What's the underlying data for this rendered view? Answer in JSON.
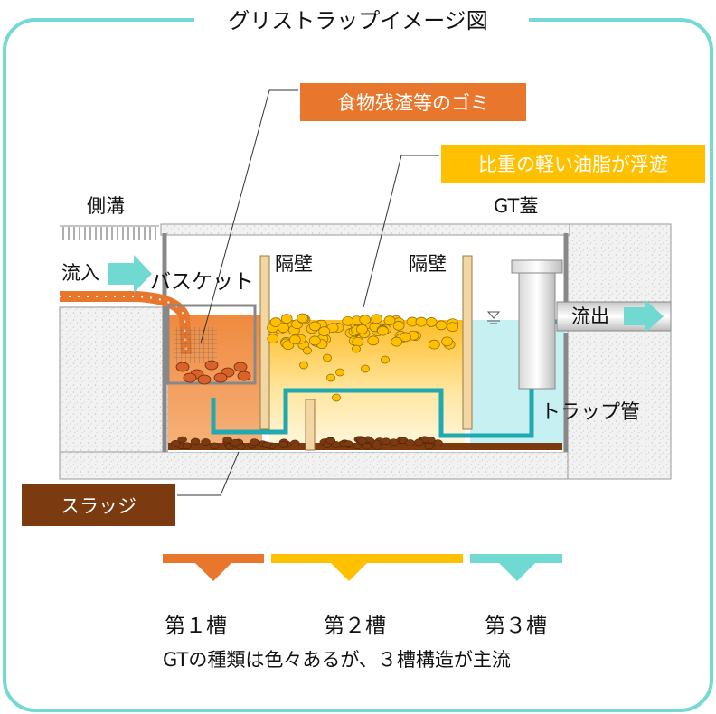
{
  "title": "グリストラップイメージ図",
  "callouts": {
    "food_waste": "食物残渣等のゴミ",
    "oil": "比重の軽い油脂が浮遊",
    "sludge": "スラッジ"
  },
  "labels": {
    "gutter": "側溝",
    "inflow": "流入",
    "basket": "バスケット",
    "partition_1": "隔壁",
    "partition_2": "隔壁",
    "gt_lid": "GT蓋",
    "outflow": "流出",
    "trap_pipe": "トラップ管"
  },
  "tanks": [
    {
      "label": "第１槽",
      "color": "#e8772d"
    },
    {
      "label": "第２槽",
      "color": "#ffc000"
    },
    {
      "label": "第３槽",
      "color": "#6fd9d2"
    }
  ],
  "footnote": "GTの種類は色々あるが、３槽構造が主流",
  "colors": {
    "frame": "#72d9d3",
    "orange_box": "#e8772d",
    "yellow_box": "#ffc000",
    "brown_box": "#7b3a10",
    "water": "#c7f0f3",
    "pipe": "#1eaab0",
    "arrow": "#6fd9d2"
  }
}
